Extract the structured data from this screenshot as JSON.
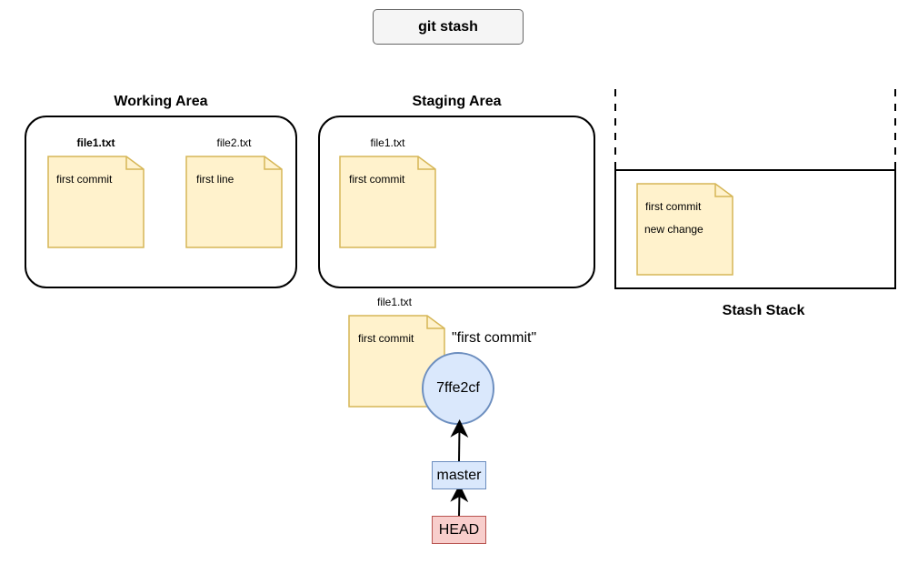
{
  "header": {
    "command": "git stash"
  },
  "working_area": {
    "title": "Working Area",
    "files": [
      {
        "name": "file1.txt",
        "lines": [
          "first commit"
        ]
      },
      {
        "name": "file2.txt",
        "lines": [
          "first line"
        ]
      }
    ]
  },
  "staging_area": {
    "title": "Staging Area",
    "files": [
      {
        "name": "file1.txt",
        "lines": [
          "first commit"
        ]
      }
    ]
  },
  "stash_stack": {
    "title": "Stash Stack",
    "entry": {
      "lines": [
        "first commit",
        "new change"
      ]
    }
  },
  "repository": {
    "file": {
      "name": "file1.txt",
      "lines": [
        "first commit"
      ]
    },
    "commit": {
      "hash": "7ffe2cf",
      "message": "\"first commit\""
    },
    "branch": "master",
    "head": "HEAD"
  },
  "colors": {
    "note_fill": "#fff2cc",
    "note_stroke": "#d6b656",
    "commit_fill": "#dae8fc",
    "commit_stroke": "#6c8ebf",
    "head_fill": "#f8cecc",
    "head_stroke": "#b85450"
  }
}
